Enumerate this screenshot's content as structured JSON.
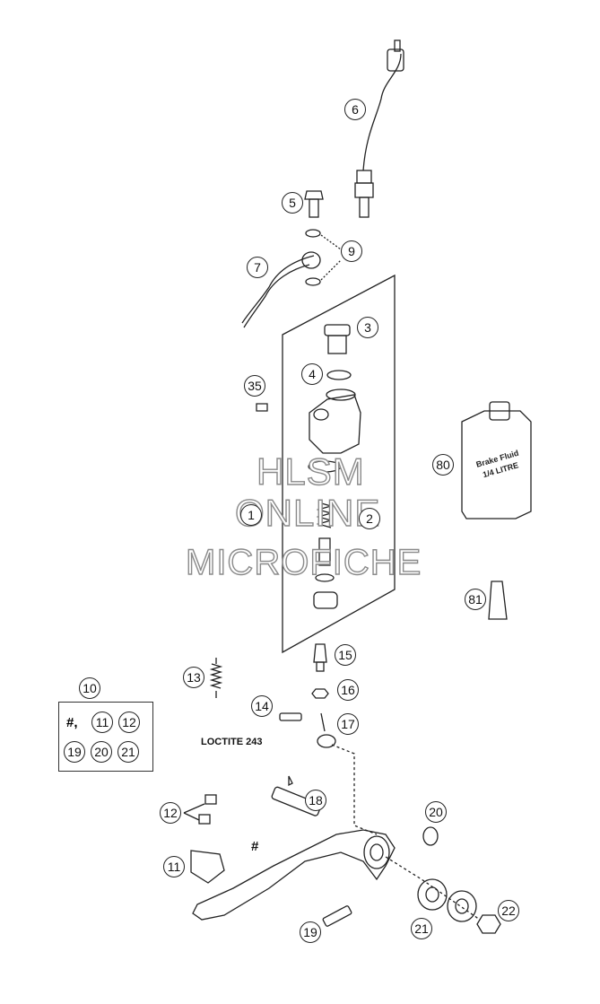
{
  "watermark": {
    "line1": "HLSM",
    "line2": "ONLINE",
    "line3": "MICROFICHE"
  },
  "note": "LOCTITE 243",
  "hash": "#",
  "kit": {
    "label": "10",
    "row1": [
      "#,",
      "11",
      "12"
    ],
    "row2": [
      "19",
      "20",
      "21"
    ]
  },
  "bottle": {
    "text1": "Brake Fluid",
    "text2": "1/4 LITRE"
  },
  "callouts": [
    "1",
    "2",
    "3",
    "4",
    "5",
    "6",
    "7",
    "9",
    "11",
    "12",
    "13",
    "14",
    "15",
    "16",
    "17",
    "18",
    "19",
    "20",
    "21",
    "22",
    "35",
    "80",
    "81"
  ]
}
